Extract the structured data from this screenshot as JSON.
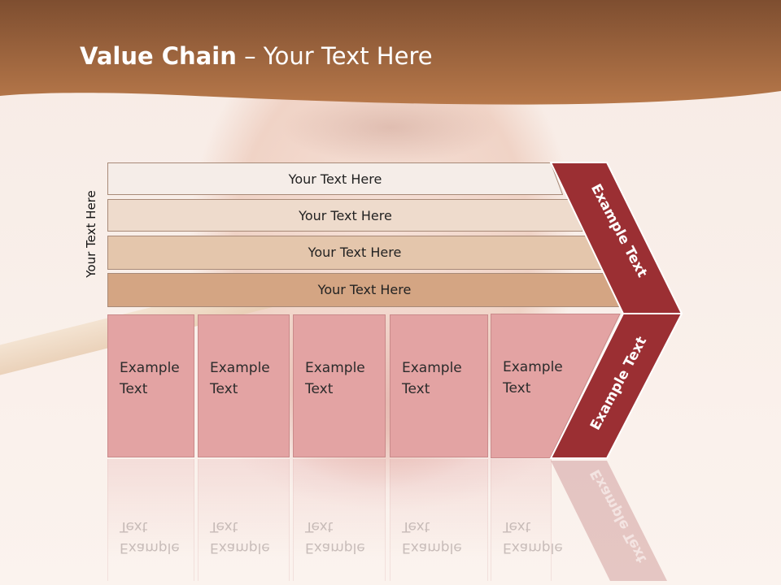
{
  "title": {
    "bold": "Value Chain",
    "rest": " – Your Text Here"
  },
  "side_label": "Your Text Here",
  "bars": [
    {
      "label": "Your Text Here",
      "color": "#f5ede8"
    },
    {
      "label": "Your Text Here",
      "color": "#eedbcc"
    },
    {
      "label": "Your Text Here",
      "color": "#e4c6ac"
    },
    {
      "label": "Your Text Here",
      "color": "#d4a583"
    }
  ],
  "columns": [
    {
      "label": "Example\nText"
    },
    {
      "label": "Example\nText"
    },
    {
      "label": "Example\nText"
    },
    {
      "label": "Example\nText"
    },
    {
      "label": "Example\nText"
    }
  ],
  "chevron_upper": "Example Text",
  "chevron_lower": "Example Text",
  "colors": {
    "header_top": "#7e4e30",
    "header_bottom": "#b7784a",
    "chevron": "#9b2f33",
    "chevron_border": "#ffffff",
    "column_fill": "#e3a3a3"
  }
}
